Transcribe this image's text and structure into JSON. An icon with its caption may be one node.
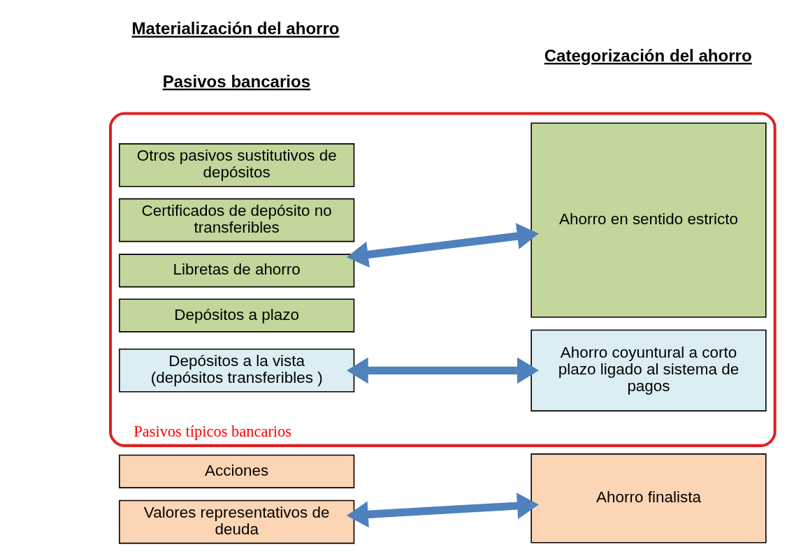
{
  "diagram": {
    "nodes": [
      {
        "text": [
          "Acciones"
        ]
      },
      {
        "text": [
          "Valores representativos de deuda"
        ]
      },
      {
        "text": [
          "Ahorro finalista"
        ]
      },
      {
        "text": [
          "Pasivos típicos bancarios"
        ]
      },
      {
        "text": [
          "Depósitos a la vista (depósitos transferibles )"
        ],
        "in": 3
      },
      {
        "text": [
          "Ahorro coyuntural a corto plazo ligado al sistema de pagos"
        ],
        "in": 3
      },
      {
        "text": [
          "Depósitos a plazo"
        ],
        "in": 3
      },
      {
        "text": [
          "Libretas de ahorro"
        ],
        "in": 3
      },
      {
        "text": [
          "Certificados de depósito no transferibles"
        ],
        "in": 3
      },
      {
        "text": [
          "Otros pasivos sustitutivos de depósitos"
        ],
        "in": 3
      },
      {
        "text": [
          "Ahorro en sentido estricto"
        ],
        "in": 3
      }
    ],
    "edges": [
      {
        "from": 1,
        "to": 2,
        "arrow": "both"
      },
      {
        "from": 4,
        "to": 5,
        "arrow": "both"
      },
      {
        "from": 7,
        "to": 10,
        "arrow": "both"
      }
    ],
    "labels": [
      "Materialización del ahorro",
      "Pasivos bancarios",
      "Categorización del ahorro"
    ]
  }
}
